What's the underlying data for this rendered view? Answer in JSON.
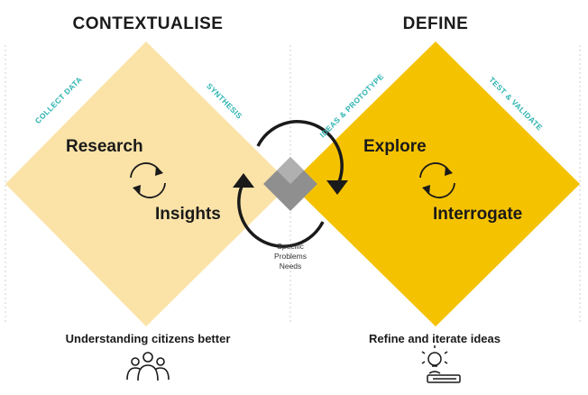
{
  "phases": [
    {
      "title": "CONTEXTUALISE",
      "left_edge": "COLLECT DATA",
      "right_edge": "SYNTHESIS",
      "top_word": "Research",
      "bottom_word": "Insights",
      "caption": "Understanding citizens better",
      "color": "#fbe3a8"
    },
    {
      "title": "DEFINE",
      "left_edge": "IDEAS & PROTOTYPE",
      "right_edge": "TEST & VALIDATE",
      "top_word": "Explore",
      "bottom_word": "Interrogate",
      "caption": "Refine and iterate ideas",
      "color": "#f5c200"
    }
  ],
  "center_lines": [
    "Specific",
    "Problems",
    "Needs"
  ],
  "colors": {
    "accent_text": "#2bb3b0",
    "cycle_arrow": "#1a1a1a",
    "overlap_gray": "#8f8f8f"
  },
  "icons": [
    "people-group-icon",
    "lightbulb-idea-icon"
  ]
}
